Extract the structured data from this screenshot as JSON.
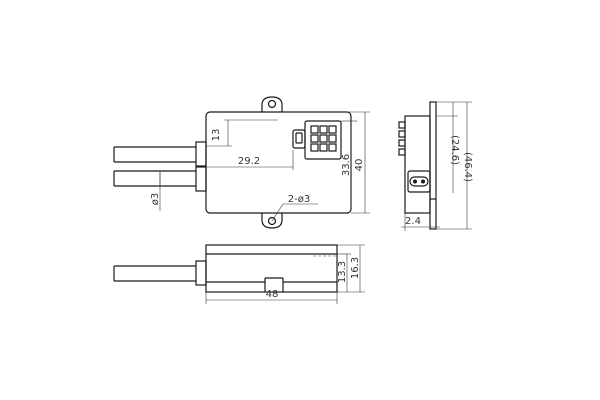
{
  "drawing": {
    "line_color": "#1a1a1a",
    "dimensions": {
      "d13": "13",
      "d29_2": "29.2",
      "d33_6": "33.6",
      "d40": "40",
      "phi3": "ø3",
      "holes": "2-ø3",
      "d24_6": "(24.6)",
      "d46_4": "(46.4)",
      "d2_4": "2.4",
      "d48": "48",
      "d13_3": "13.3",
      "d16_3": "16.3"
    }
  }
}
